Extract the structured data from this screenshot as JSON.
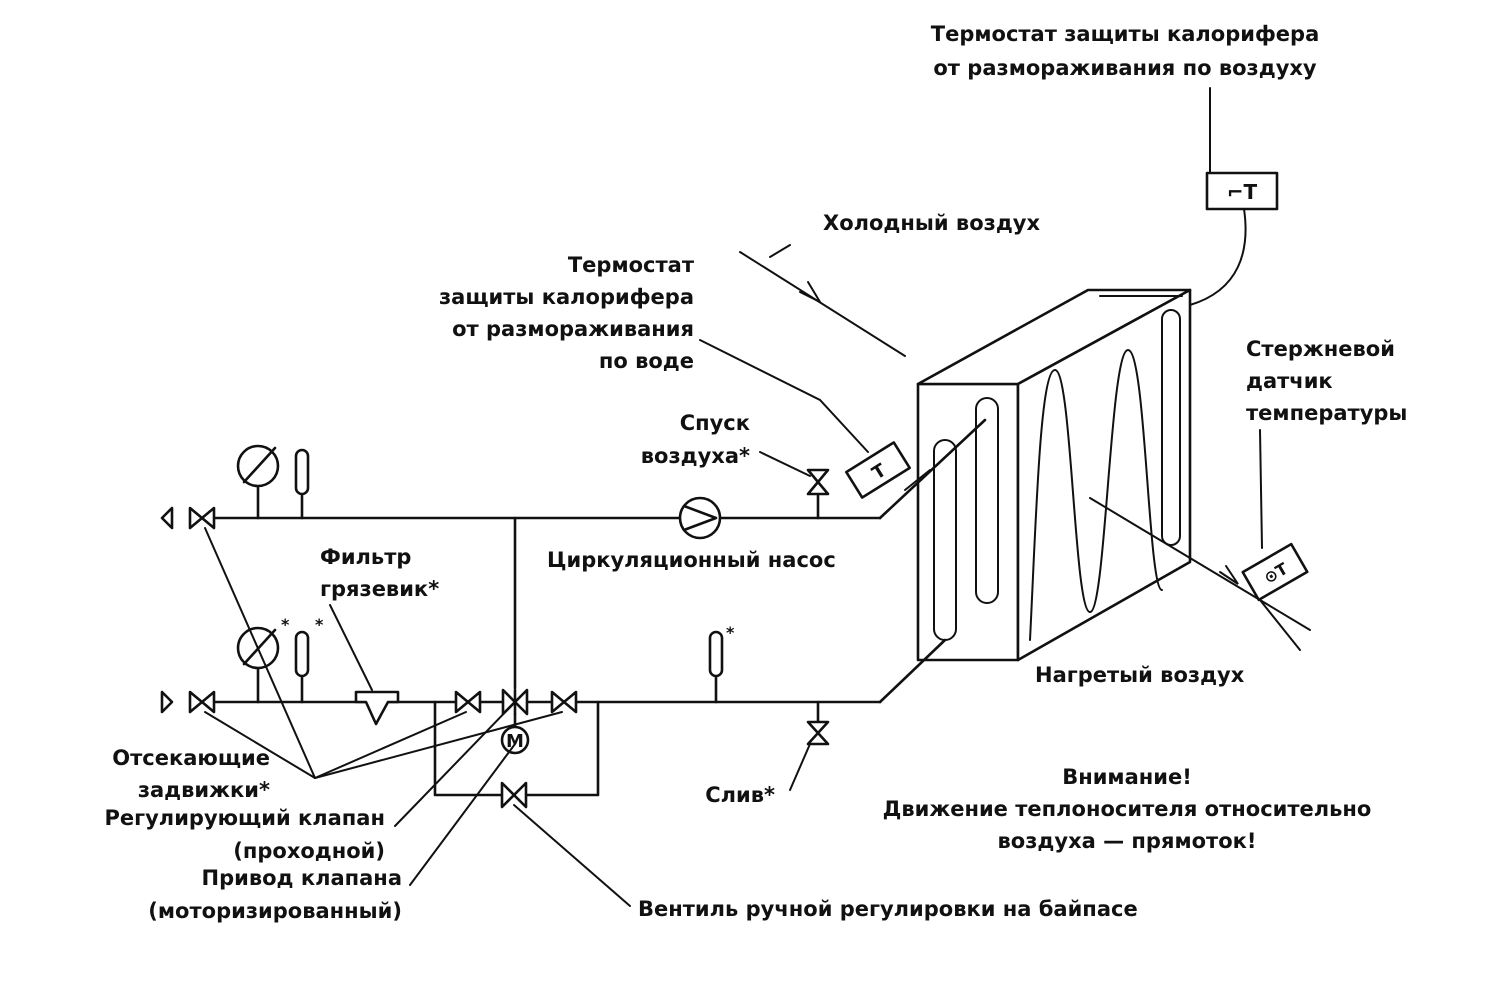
{
  "labels": {
    "thermostat_air_line1": "Термостат защиты калорифера",
    "thermostat_air_line2": "от размораживания по воздуху",
    "cold_air": "Холодный воздух",
    "thermostat_water_line1": "Термостат",
    "thermostat_water_line2": "защиты калорифера",
    "thermostat_water_line3": "от размораживания",
    "thermostat_water_line4": "по воде",
    "air_vent_line1": "Спуск",
    "air_vent_line2": "воздуха*",
    "rod_sensor_line1": "Стержневой",
    "rod_sensor_line2": "датчик",
    "rod_sensor_line3": "температуры",
    "filter_line1": "Фильтр",
    "filter_line2": "грязевик*",
    "circulation_pump": "Циркуляционный насос",
    "heated_air": "Нагретый воздух",
    "shutoff_line1": "Отсекающие",
    "shutoff_line2": "задвижки*",
    "control_valve_line1": "Регулирующий клапан",
    "control_valve_line2": "(проходной)",
    "actuator_line1": "Привод клапана",
    "actuator_line2": "(моторизированный)",
    "drain": "Слив*",
    "bypass_valve": "Вентиль ручной регулировки на байпасе",
    "warning_line1": "Внимание!",
    "warning_line2": "Движение теплоносителя относительно",
    "warning_line3": "воздуха — прямоток!"
  },
  "symbols": {
    "thermostat_top": "⌐T",
    "thermostat_water": "T",
    "rod_sensor": "⊙T",
    "motor": "M",
    "asterisk": "*"
  }
}
